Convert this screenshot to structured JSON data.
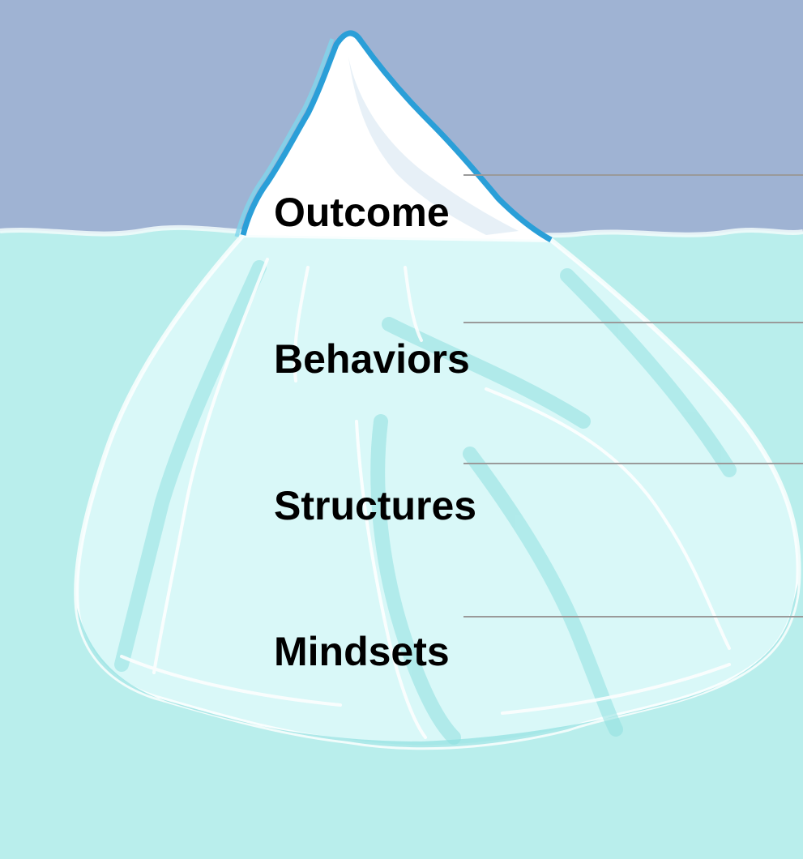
{
  "diagram": {
    "type": "iceberg",
    "layers": [
      {
        "label": "Outcome",
        "position": "above-water"
      },
      {
        "label": "Behaviors",
        "position": "below-water"
      },
      {
        "label": "Structures",
        "position": "below-water"
      },
      {
        "label": "Mindsets",
        "position": "below-water"
      }
    ]
  },
  "colors": {
    "sky": "#9fb3d3",
    "water": "#b9eeec",
    "iceberg_tip": "#ffffff",
    "iceberg_underwater": "#d9f8f8",
    "ice_outline": "#2a9fd8",
    "ice_streak": "#8fe0e0",
    "leader_line": "#9a9a9a",
    "label_text": "#000000"
  }
}
